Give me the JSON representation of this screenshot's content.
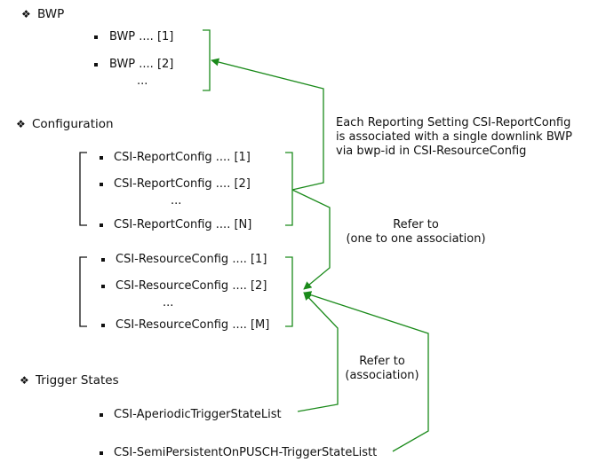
{
  "bwp": {
    "title": "BWP",
    "items": [
      "BWP .... [1]",
      "BWP .... [2]"
    ],
    "ellipsis": "..."
  },
  "configuration": {
    "title": "Configuration",
    "report_items": [
      "CSI-ReportConfig .... [1]",
      "CSI-ReportConfig .... [2]",
      "CSI-ReportConfig .... [N]"
    ],
    "report_ellipsis": "...",
    "resource_items": [
      "CSI-ResourceConfig .... [1]",
      "CSI-ResourceConfig .... [2]",
      "CSI-ResourceConfig .... [M]"
    ],
    "resource_ellipsis": "..."
  },
  "trigger_states": {
    "title": "Trigger States",
    "items": [
      "CSI-AperiodicTriggerStateList",
      "CSI-SemiPersistentOnPUSCH-TriggerStateListt"
    ]
  },
  "annotations": {
    "bwp_association": [
      "Each Reporting Setting CSI-ReportConfig",
      "is associated with a single downlink BWP",
      "via bwp-id in CSI-ResourceConfig"
    ],
    "refer_one_to_one": [
      "Refer to",
      "(one to one association)"
    ],
    "refer_association": [
      "Refer to",
      "(association)"
    ]
  },
  "colors": {
    "arrow": "#1a8a1a",
    "text": "#111111"
  }
}
